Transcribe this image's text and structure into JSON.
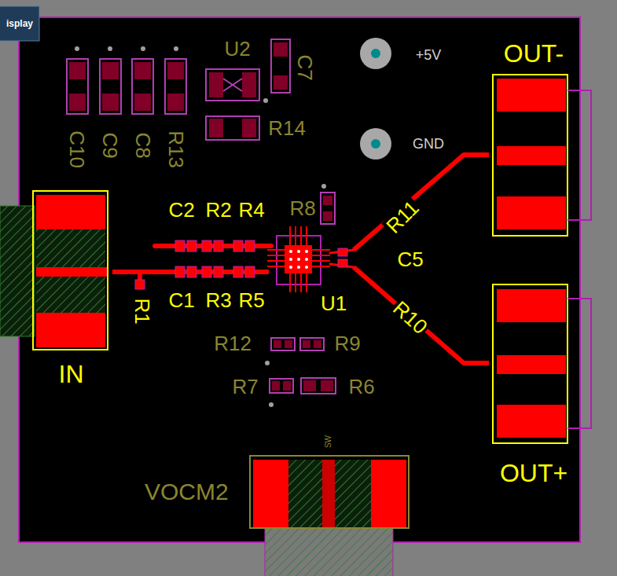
{
  "diagram": {
    "nodes": [
      {
        "text": [
          "OUT-"
        ]
      },
      {
        "text": [
          "IN"
        ]
      },
      {
        "text": [
          "U1"
        ]
      },
      {
        "text": [
          "OUT+"
        ]
      },
      {
        "text": [
          "VOCM2"
        ]
      }
    ],
    "edges": [
      {
        "from": 1,
        "to": 2,
        "arrow": "none"
      },
      {
        "from": 2,
        "to": 0,
        "arrow": "none"
      },
      {
        "from": 2,
        "to": 3,
        "arrow": "none"
      }
    ],
    "labels": [
      "isplay",
      "U2",
      "C7",
      "+5V",
      "R14",
      "C10",
      "C9",
      "C8",
      "R13",
      "GND",
      "C2",
      "R2",
      "R4",
      "R8",
      "R11",
      "C5",
      "C1",
      "R3",
      "R5",
      "R1",
      "R10",
      "R12",
      "R9",
      "R7",
      "R6",
      "SW"
    ]
  }
}
